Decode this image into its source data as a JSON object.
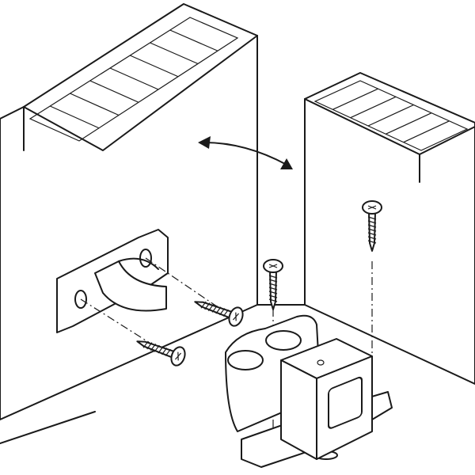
{
  "diagram": {
    "type": "assembly-illustration",
    "colors": {
      "line": "#1a1a1a",
      "background": "#ffffff",
      "shade": "#d9d9d9"
    },
    "icons": [
      "left-cabinet-panel",
      "right-cabinet-panel",
      "swing-arrow-icon",
      "strike-plate",
      "screw",
      "double-roller-catch"
    ]
  }
}
